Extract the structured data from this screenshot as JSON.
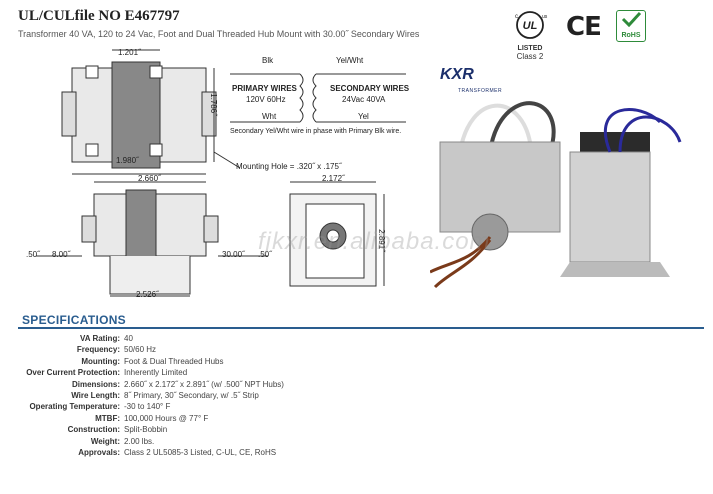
{
  "header": {
    "title": "UL/CULfile NO E467797",
    "subtitle": "Transformer 40 VA, 120 to 24 Vac, Foot and Dual Threaded Hub Mount with 30.00˝ Secondary Wires"
  },
  "certifications": {
    "ul_text": "LISTED",
    "ul_class": "Class 2",
    "ce_text": "CE",
    "rohs_text": "RoHS"
  },
  "brand": {
    "logo_text": "KXR",
    "logo_sub": "TRANSFORMER"
  },
  "drawing": {
    "top_width": "1.201˝",
    "top_height": "1.786˝",
    "top_base": "1.980˝",
    "wire_blk": "Blk",
    "wire_yelwht": "Yel/Wht",
    "primary_title": "PRIMARY WIRES",
    "primary_spec": "120V  60Hz",
    "secondary_title": "SECONDARY WIRES",
    "secondary_spec": "24Vac  40VA",
    "wire_wht": "Wht",
    "wire_yel": "Yel",
    "phase_note": "Secondary Yel/Wht wire in phase with Primary Blk wire.",
    "mounting_hole": "Mounting Hole = .320˝ x .175˝",
    "side_width": "2.660˝",
    "side_base": "2.526˝",
    "left_lead_short": ".50˝",
    "left_lead_long": "8.00˝",
    "right_lead_long": "30.00˝",
    "right_lead_short": ".50˝",
    "front_width": "2.172˝",
    "front_height": "2.891˝"
  },
  "watermark": "fjkxr.en.alibaba.com",
  "specs": {
    "heading": "SPECIFICATIONS",
    "rows": [
      {
        "label": "VA Rating:",
        "value": "40"
      },
      {
        "label": "Frequency:",
        "value": "50/60 Hz"
      },
      {
        "label": "Mounting:",
        "value": "Foot & Dual Threaded Hubs"
      },
      {
        "label": "Over Current Protection:",
        "value": "Inherently Limited"
      },
      {
        "label": "Dimensions:",
        "value": "2.660˝ x 2.172˝ x 2.891˝ (w/ .500˝ NPT Hubs)"
      },
      {
        "label": "Wire Length:",
        "value": "8˝ Primary, 30˝ Secondary, w/ .5˝ Strip"
      },
      {
        "label": "Operating Temperature:",
        "value": "-30 to 140° F"
      },
      {
        "label": "MTBF:",
        "value": "100,000 Hours @ 77° F"
      },
      {
        "label": "Construction:",
        "value": "Split-Bobbin"
      },
      {
        "label": "Weight:",
        "value": "2.00 lbs."
      },
      {
        "label": "Approvals:",
        "value": "Class 2 UL5085-3 Listed, C-UL, CE, RoHS"
      }
    ]
  }
}
